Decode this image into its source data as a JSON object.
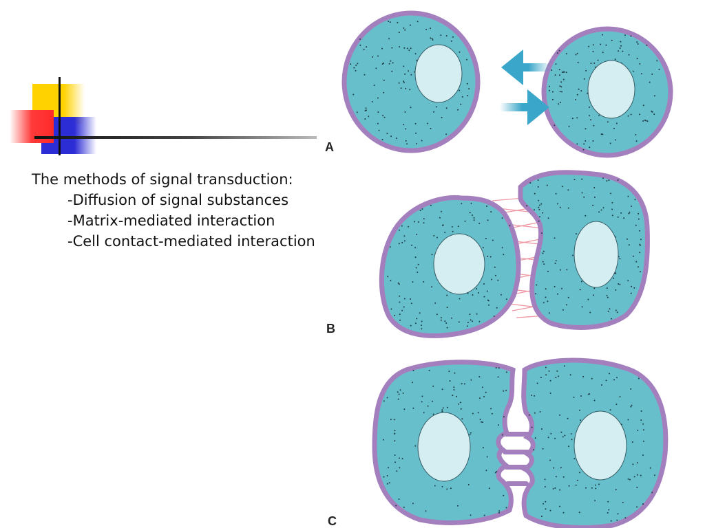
{
  "slide": {
    "heading": "The methods of signal transduction:",
    "items": [
      "-Diffusion of signal substances",
      "-Matrix-mediated interaction",
      "-Cell contact-mediated interaction"
    ]
  },
  "figure": {
    "panels": [
      {
        "label": "A"
      },
      {
        "label": "B"
      },
      {
        "label": "C"
      }
    ]
  },
  "colors": {
    "membrane": "#a47fbd",
    "cytoplasm": "#68bfcc",
    "nucleus": "#d4eef1",
    "arrow": "#3aa6c9",
    "matrix": "#ee98a3",
    "logo_yellow": "#ffd200",
    "logo_red": "#ff3030",
    "logo_blue": "#2d2dd6"
  }
}
